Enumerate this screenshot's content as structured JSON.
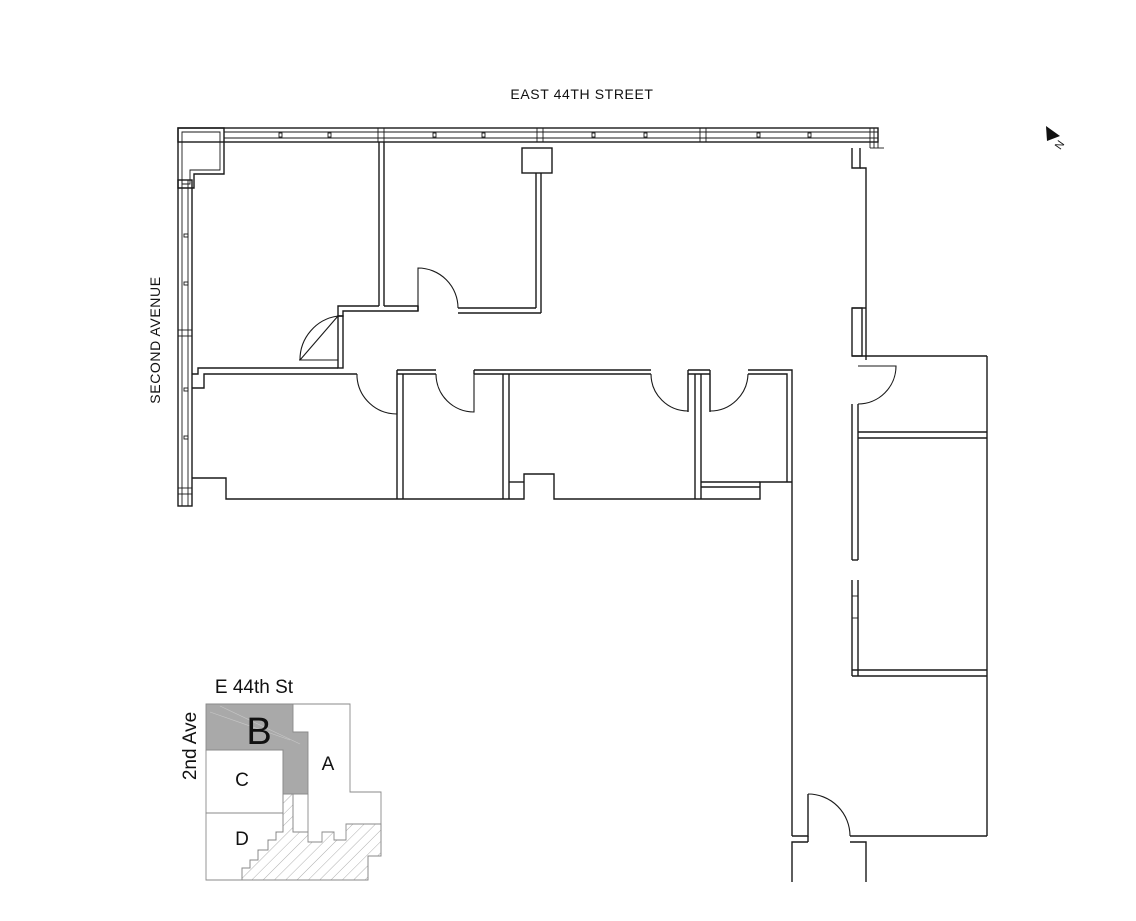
{
  "plan": {
    "street_top": "EAST 44TH STREET",
    "street_left": "SECOND AVENUE",
    "north_marker": "N"
  },
  "key_plan": {
    "street_top": "E 44th St",
    "street_left": "2nd Ave",
    "units": [
      "A",
      "B",
      "C",
      "D"
    ],
    "highlighted_unit": "B",
    "highlight_color": "#a9a9a9",
    "hatch_color": "#9a9a9a"
  }
}
